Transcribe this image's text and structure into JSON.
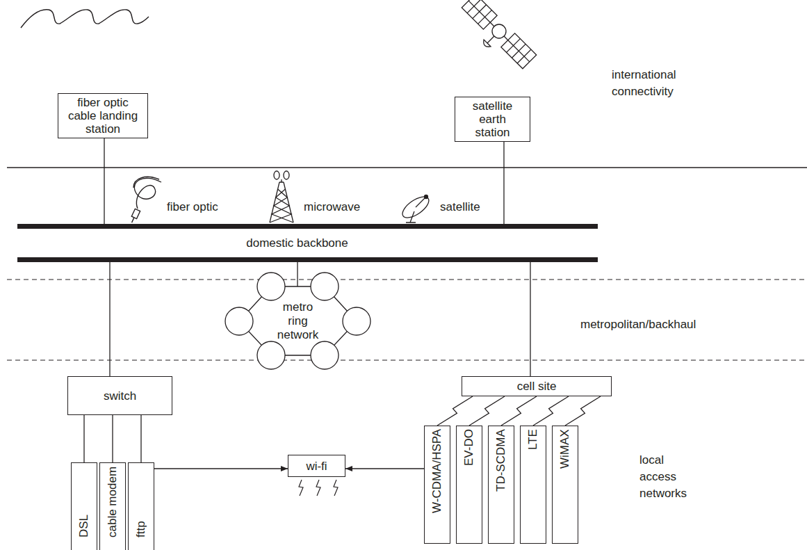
{
  "diagram": {
    "nodes": [
      {
        "text": [
          "fiber optic cable landing station"
        ]
      },
      {
        "text": [
          "satellite earth station"
        ]
      },
      {
        "text": [
          "domestic backbone"
        ]
      },
      {
        "text": [
          "metro ring network"
        ]
      },
      {
        "text": [
          "switch"
        ]
      },
      {
        "text": [
          "cell site"
        ]
      },
      {
        "text": [
          "DSL"
        ]
      },
      {
        "text": [
          "cable modem"
        ]
      },
      {
        "text": [
          "fttp"
        ]
      },
      {
        "text": [
          "wi-fi"
        ]
      },
      {
        "text": [
          "W-CDMA/HSPA"
        ]
      },
      {
        "text": [
          "EV-DO"
        ]
      },
      {
        "text": [
          "TD-SCDMA"
        ]
      },
      {
        "text": [
          "LTE"
        ]
      },
      {
        "text": [
          "WiMAX"
        ]
      }
    ],
    "edges": [
      {
        "from": 0,
        "to": 2,
        "arrow": "none"
      },
      {
        "from": 1,
        "to": 2,
        "arrow": "none"
      },
      {
        "from": 2,
        "to": 4,
        "arrow": "none"
      },
      {
        "from": 2,
        "to": 3,
        "arrow": "none"
      },
      {
        "from": 2,
        "to": 5,
        "arrow": "none"
      },
      {
        "from": 4,
        "to": 6,
        "arrow": "none"
      },
      {
        "from": 4,
        "to": 7,
        "arrow": "none"
      },
      {
        "from": 4,
        "to": 8,
        "arrow": "none"
      },
      {
        "from": 8,
        "to": 9,
        "arrow": "to"
      },
      {
        "from": 10,
        "to": 9,
        "arrow": "to"
      },
      {
        "from": 5,
        "to": 10,
        "arrow": "none"
      },
      {
        "from": 5,
        "to": 11,
        "arrow": "none"
      },
      {
        "from": 5,
        "to": 12,
        "arrow": "none"
      },
      {
        "from": 5,
        "to": 13,
        "arrow": "none"
      },
      {
        "from": 5,
        "to": 14,
        "arrow": "none"
      }
    ],
    "labels": [
      "international connectivity",
      "fiber optic",
      "microwave",
      "satellite",
      "metropolitan/backhaul",
      "local access networks"
    ]
  }
}
